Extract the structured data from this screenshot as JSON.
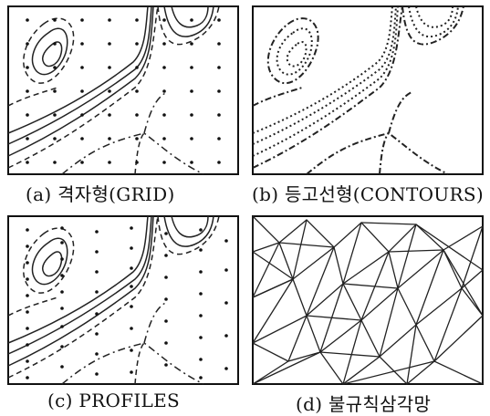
{
  "panels": [
    {
      "id": "a",
      "caption": "(a) 격자형(GRID)"
    },
    {
      "id": "b",
      "caption": "(b) 등고선형(CONTOURS)"
    },
    {
      "id": "c",
      "caption": "(c) PROFILES"
    },
    {
      "id": "d",
      "caption": "(d) 불규칙삼각망"
    }
  ]
}
